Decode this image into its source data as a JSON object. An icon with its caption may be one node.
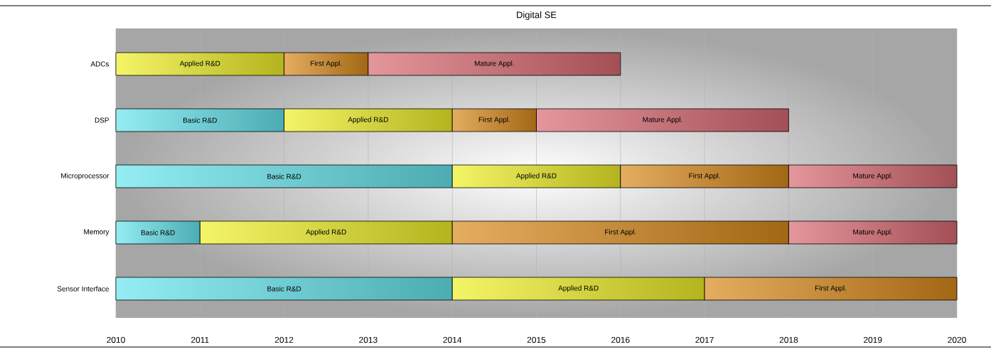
{
  "diagram": {
    "title": "Digital SE",
    "nodes": [
      {
        "text": [
          "Applied R&D"
        ]
      },
      {
        "text": [
          "First Appl."
        ]
      },
      {
        "text": [
          "Mature Appl."
        ]
      },
      {
        "text": [
          "Basic R&D"
        ]
      },
      {
        "text": [
          "Applied R&D"
        ]
      },
      {
        "text": [
          "First Appl."
        ]
      },
      {
        "text": [
          "Mature Appl."
        ]
      },
      {
        "text": [
          "Basic R&D"
        ]
      },
      {
        "text": [
          "Applied R&D"
        ]
      },
      {
        "text": [
          "First Appl."
        ]
      },
      {
        "text": [
          "Mature Appl."
        ]
      },
      {
        "text": [
          "Basic R&D"
        ]
      },
      {
        "text": [
          "Applied R&D"
        ]
      },
      {
        "text": [
          "First Appl."
        ]
      },
      {
        "text": [
          "Mature Appl."
        ]
      },
      {
        "text": [
          "Basic R&D"
        ]
      },
      {
        "text": [
          "Applied R&D"
        ]
      },
      {
        "text": [
          "First Appl."
        ]
      }
    ],
    "labels": [
      "ADCs",
      "DSP",
      "Microprocessor",
      "Memory",
      "Sensor Interface",
      "2010",
      "2011",
      "2012",
      "2013",
      "2014",
      "2015",
      "2016",
      "2017",
      "2018",
      "2019",
      "2020"
    ]
  }
}
